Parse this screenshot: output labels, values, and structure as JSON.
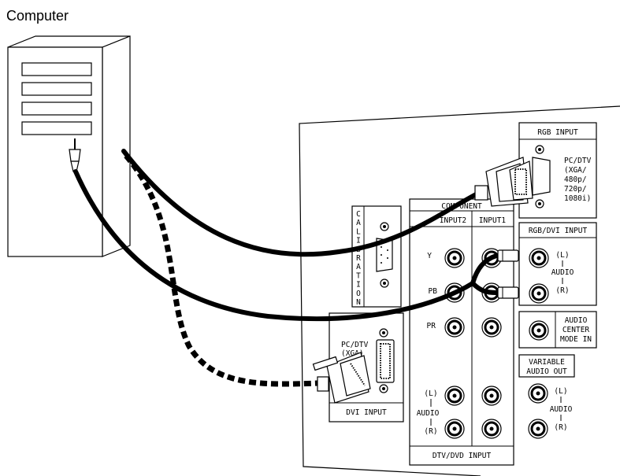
{
  "computer": {
    "label": "Computer"
  },
  "panel": {
    "calibration": "CALIBRATION",
    "component_header": "COMPONENT",
    "input2": "INPUT2",
    "input1": "INPUT1",
    "y": "Y",
    "pb": "PB",
    "pr": "PR",
    "comp_audio_l": "(L)",
    "comp_audio_word": "AUDIO",
    "comp_audio_r": "(R)",
    "dtv_dvd_input": "DTV/DVD INPUT",
    "dvi_input": "DVI INPUT",
    "dvi_pc": "PC/DTV",
    "dvi_xga": "(XGA)",
    "rgb_input": "RGB INPUT",
    "rgb_pc": "PC/DTV",
    "rgb_fmt": [
      "(XGA/",
      "480p/",
      "720p/",
      "1080i)"
    ],
    "rgbdvi_input": "RGB/DVI INPUT",
    "rgbdvi_l": "(L)",
    "rgbdvi_audio": "AUDIO",
    "rgbdvi_r": "(R)",
    "audio_center": [
      "AUDIO",
      "CENTER",
      "MODE IN"
    ],
    "variable": [
      "VARIABLE",
      "AUDIO OUT"
    ],
    "var_l": "(L)",
    "var_audio": "AUDIO",
    "var_r": "(R)"
  }
}
